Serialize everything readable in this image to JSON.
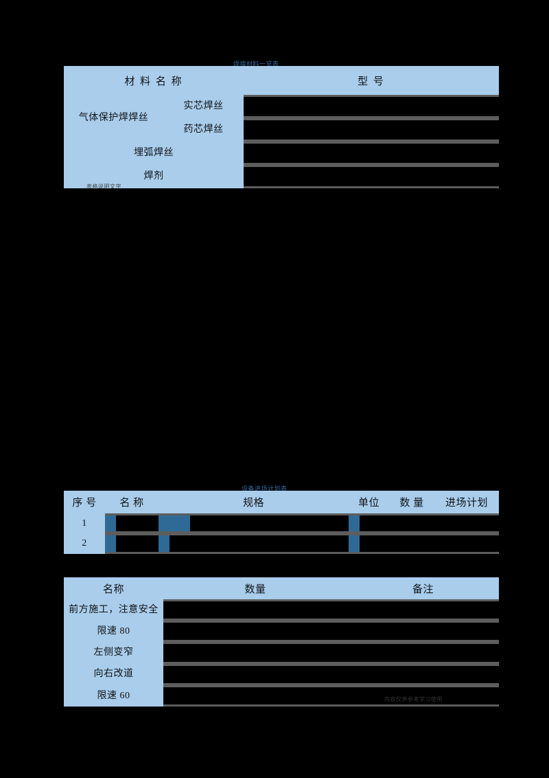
{
  "page": {
    "background": "#000000",
    "accent_border": "#1f7fd0",
    "cell_fill": "#a9cdeb",
    "redaction_fill": "#000000",
    "redaction_edge": "#5d5d5d"
  },
  "table_welding_materials": {
    "caption": "焊接材料一览表",
    "headers": [
      "材 料 名 称",
      "型  号"
    ],
    "rows": [
      {
        "group": "气体保护焊焊丝",
        "sub": "实芯焊丝",
        "model": ""
      },
      {
        "group": "气体保护焊焊丝",
        "sub": "药芯焊丝",
        "model": ""
      },
      {
        "group": "埋弧焊丝",
        "sub": "",
        "model": ""
      },
      {
        "group": "焊剂",
        "sub": "",
        "model": ""
      }
    ],
    "footer_note": "表格说明文字"
  },
  "table_equipment_plan": {
    "caption": "设备进场计划表",
    "headers": [
      "序  号",
      "名  称",
      "规格",
      "单位",
      "数  量",
      "进场计划"
    ],
    "rows": [
      {
        "no": "1",
        "name": "",
        "spec": "",
        "unit": "",
        "qty": "",
        "plan": ""
      },
      {
        "no": "2",
        "name": "",
        "spec": "",
        "unit": "",
        "qty": "",
        "plan": ""
      }
    ]
  },
  "table_traffic_signs": {
    "headers": [
      "名称",
      "数量",
      "备注"
    ],
    "rows": [
      {
        "name": "前方施工，注意安全",
        "qty": "",
        "remark": ""
      },
      {
        "name": "限速 80",
        "qty": "",
        "remark": ""
      },
      {
        "name": "左侧变窄",
        "qty": "",
        "remark": ""
      },
      {
        "name": "向右改道",
        "qty": "",
        "remark": ""
      },
      {
        "name": "限速 60",
        "qty": "",
        "remark": ""
      }
    ],
    "watermark": "内容仅供参考学习使用"
  }
}
